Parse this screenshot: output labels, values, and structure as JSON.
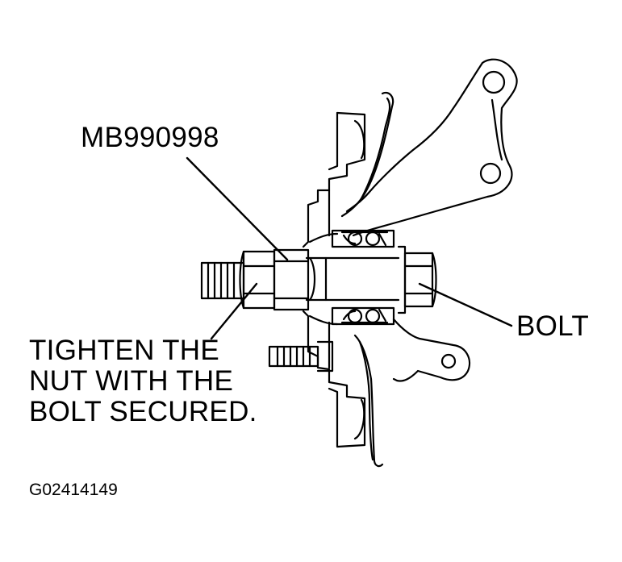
{
  "labels": {
    "tool": "MB990998",
    "bolt": "BOLT",
    "instruction": [
      "TIGHTEN THE",
      "NUT WITH THE",
      "BOLT SECURED."
    ],
    "figure_id": "G02414149"
  },
  "colors": {
    "ink": "#000000",
    "paper": "#ffffff"
  }
}
